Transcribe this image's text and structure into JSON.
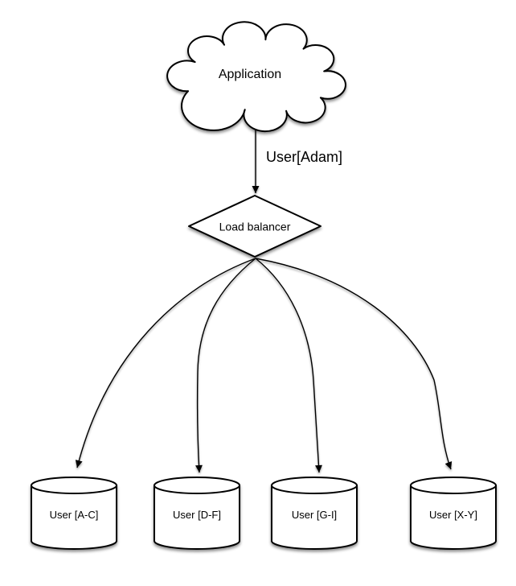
{
  "diagram": {
    "colors": {
      "stroke": "#000000",
      "shape_fill": "#ffffff",
      "text": "#000000",
      "background": "#ffffff",
      "shadow": "rgba(0,0,0,0.45)"
    },
    "nodes": {
      "application": {
        "label": "Application",
        "shape": "cloud"
      },
      "load_balancer": {
        "label": "Load balancer",
        "shape": "diamond"
      },
      "db_ac": {
        "label": "User [A-C]",
        "shape": "cylinder"
      },
      "db_df": {
        "label": "User [D-F]",
        "shape": "cylinder"
      },
      "db_gi": {
        "label": "User [G-I]",
        "shape": "cylinder"
      },
      "db_xy": {
        "label": "User [X-Y]",
        "shape": "cylinder"
      }
    },
    "edges": {
      "app_to_lb": {
        "from": "application",
        "to": "load_balancer",
        "label": "User[Adam]"
      },
      "lb_to_ac": {
        "from": "load_balancer",
        "to": "db_ac",
        "label": ""
      },
      "lb_to_df": {
        "from": "load_balancer",
        "to": "db_df",
        "label": ""
      },
      "lb_to_gi": {
        "from": "load_balancer",
        "to": "db_gi",
        "label": ""
      },
      "lb_to_xy": {
        "from": "load_balancer",
        "to": "db_xy",
        "label": ""
      }
    }
  }
}
